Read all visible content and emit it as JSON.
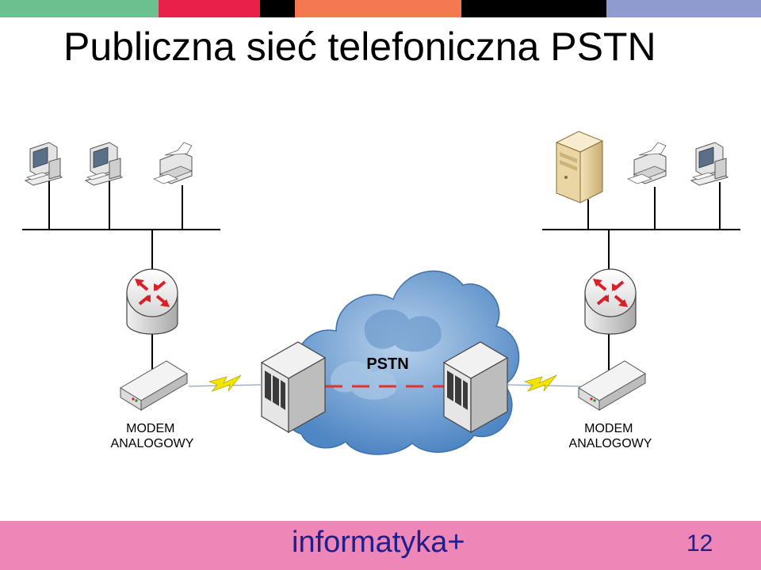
{
  "slide": {
    "title": "Publiczna sieć telefoniczna PSTN"
  },
  "diagram": {
    "cloud_label": "PSTN",
    "modem_left_label": [
      "MODEM",
      "ANALOGOWY"
    ],
    "modem_right_label": [
      "MODEM",
      "ANALOGOWY"
    ],
    "icons": {
      "left_lan": [
        "workstation-icon",
        "workstation-icon",
        "printer-icon"
      ],
      "right_lan": [
        "server-tower-icon",
        "printer-icon",
        "workstation-icon"
      ],
      "routers": [
        "router-icon",
        "router-icon"
      ],
      "switches": [
        "telephone-exchange-icon",
        "telephone-exchange-icon"
      ],
      "modems": [
        "modem-icon",
        "modem-icon"
      ],
      "links": [
        "lightning-link-icon",
        "lightning-link-icon"
      ]
    },
    "colors": {
      "cloud": "#6f9fd0",
      "dashed_link": "#e53030",
      "router_arrows": "#d8202a",
      "lightning": "#f2e600"
    }
  },
  "top_bar_colors": [
    "#6cc090",
    "#e8204a",
    "#000000",
    "#f47850",
    "#000000",
    "#8f9bcf"
  ],
  "footer": {
    "brand": "informatyka+",
    "page_number": "12",
    "background": "#ee86b8"
  }
}
